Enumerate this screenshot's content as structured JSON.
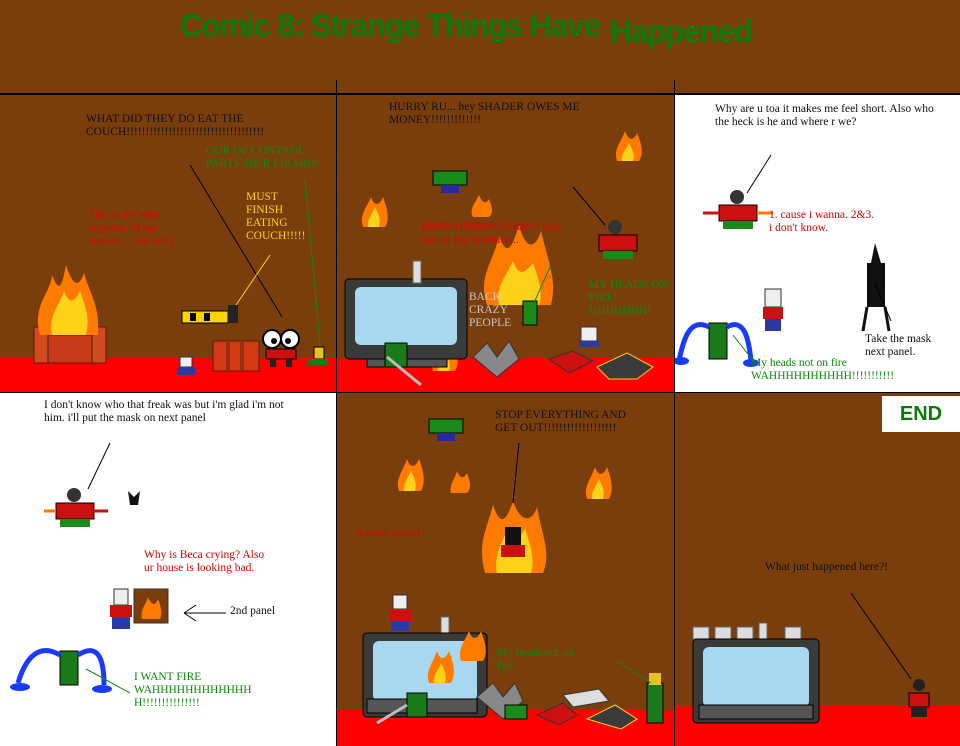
{
  "comic": {
    "title_part1": "Comic 8: Strange Things Have",
    "title_part2": "Happened"
  },
  "panel1": {
    "caption": "WHAT DID THEY DO EAT THE COUCH!!!!!!!!!!!!!!!!!!!!!!!!!!!!!!!!!!!!",
    "red_text": "This is the what happens b4 my comics... real early",
    "yellow_text": "MUST FINISH EATING COUCH!!!!!",
    "green_text": "OUR OF CONTROL PARTY HE R LIZARD!"
  },
  "panel2": {
    "caption": "HURRY RU... hey SHADER OWES ME MONEY!!!!!!!!!!!!!",
    "red_text": "RRRRRRRRRRRRRR!!! that was in my loobbies...",
    "gray_text": "BACK CRAZY PEOPLE",
    "green_text": "MY HEADS ON FIRE! UHHHHHH!"
  },
  "panel3": {
    "caption": "Why are u toa it makes me feel short. Also who the heck is he and where r we?",
    "red_text": "1. cause i wanna. 2&3. i don't know.",
    "black_text": "Take the mask next panel.",
    "green_text": "My heads not on fire WAHHHHHHHHHH!!!!!!!!!!!"
  },
  "panel4": {
    "caption": "I don't know who that freak was but i'm glad i'm not him. i'll put the mask on next panel",
    "red_text": "Why is Beca crying? Also ur house is looking bad.",
    "pointer_text": "2nd panel",
    "green_text": "I WANT FIRE WAHHHHHHHHHHHH H!!!!!!!!!!!!!!!"
  },
  "panel5": {
    "caption": "STOP EVERYTHING AND GET OUT!!!!!!!!!!!!!!!!!!!",
    "red_text": "A mask power!",
    "green_text": "My heads not on fire"
  },
  "panel6": {
    "end_label": "END",
    "caption": "What just happened here?!"
  }
}
